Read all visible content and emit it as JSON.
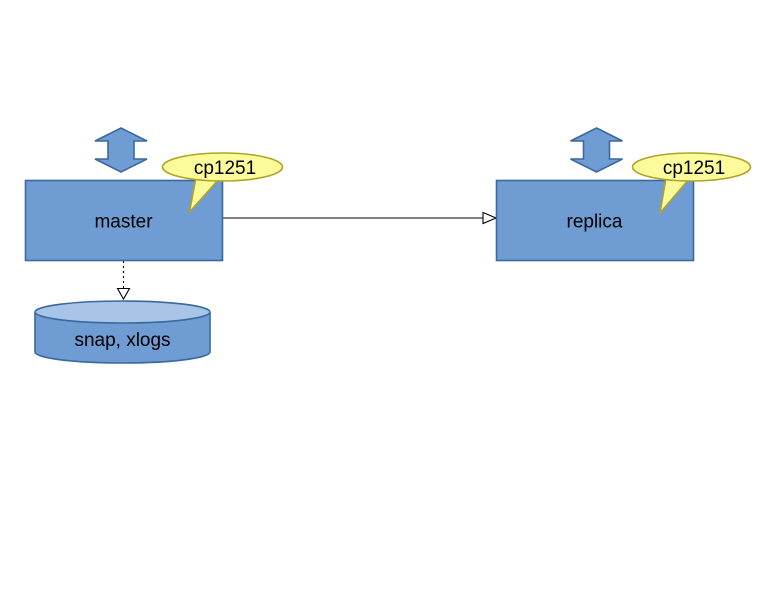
{
  "diagram": {
    "nodes": {
      "master": {
        "label": "master",
        "type": "box"
      },
      "replica": {
        "label": "replica",
        "type": "box"
      },
      "storage": {
        "label": "snap, xlogs",
        "type": "cylinder"
      },
      "master_callout": {
        "label": "cp1251",
        "type": "speech-bubble"
      },
      "replica_callout": {
        "label": "cp1251",
        "type": "speech-bubble"
      }
    },
    "icons": {
      "master_sync": "up-down-arrow-icon",
      "replica_sync": "up-down-arrow-icon"
    },
    "connectors": {
      "replication": {
        "from": "master",
        "to": "replica",
        "style": "solid",
        "arrowhead": "open-triangle"
      },
      "persistence": {
        "from": "master",
        "to": "storage",
        "style": "dashed",
        "arrowhead": "open-triangle"
      }
    },
    "colors": {
      "node_fill": "#6f9cd3",
      "node_stroke": "#39699f",
      "cylinder_top_fill": "#a8c4e6",
      "callout_fill": "#fbfb9b",
      "callout_stroke": "#b0a424",
      "connector": "#000000",
      "arrowhead_fill": "#ffffff",
      "text": "#000000",
      "background": "#ffffff"
    }
  }
}
